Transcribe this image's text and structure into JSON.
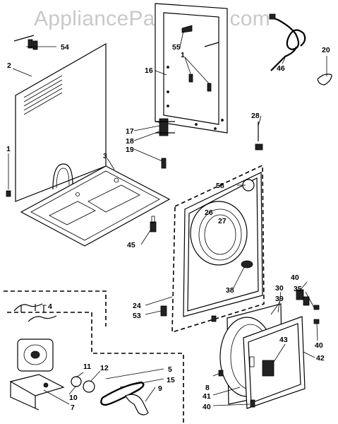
{
  "watermark": "AppliancePartsPros.com",
  "callouts": [
    "54",
    "2",
    "1",
    "3",
    "45",
    "55",
    "1",
    "16",
    "17",
    "18",
    "19",
    "46",
    "20",
    "28",
    "58",
    "26",
    "27",
    "38",
    "24",
    "53",
    "30",
    "39",
    "40",
    "35",
    "40",
    "42",
    "43",
    "4",
    "11",
    "12",
    "10",
    "7",
    "5",
    "15",
    "9",
    "8",
    "41",
    "40"
  ]
}
